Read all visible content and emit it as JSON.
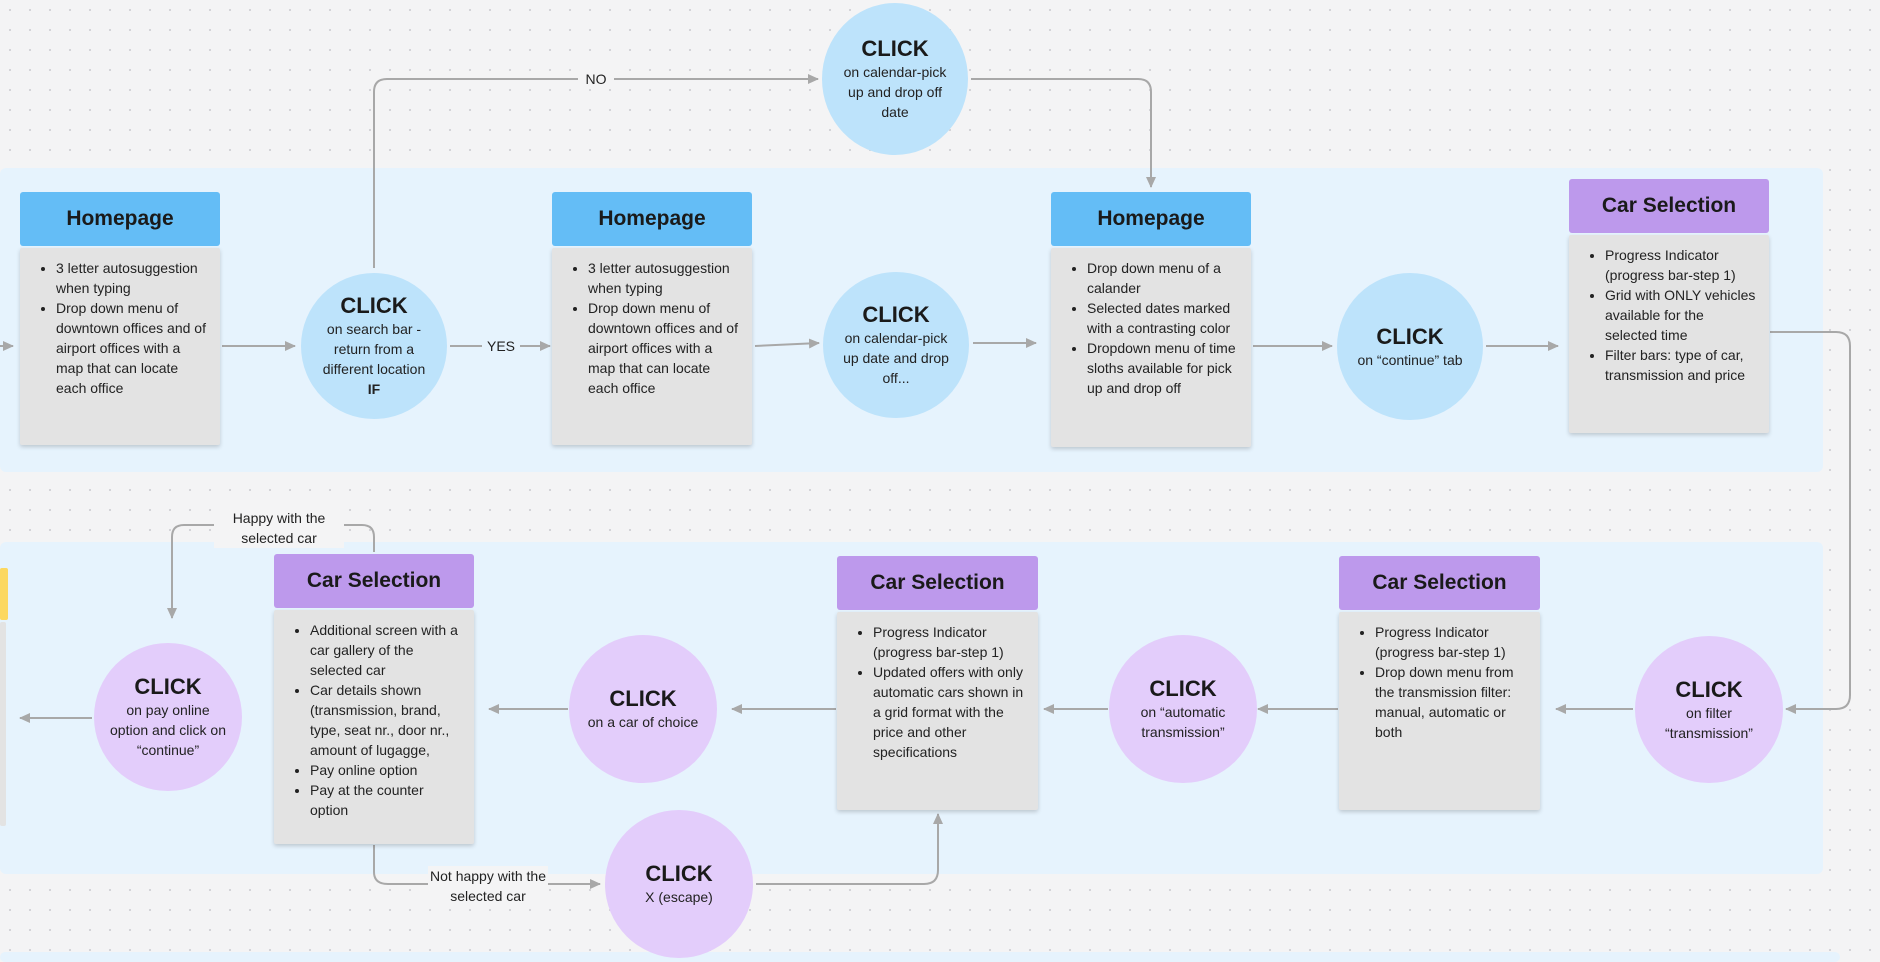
{
  "diagram": {
    "row1": {
      "card1": {
        "title": "Homepage",
        "items": [
          "3 letter autosuggestion when typing",
          "Drop down menu of downtown offices  and of airport offices with a map that can locate each office"
        ]
      },
      "click1": {
        "title": "CLICK",
        "text": "on search bar - return from a different location ",
        "bold": "IF"
      },
      "yes_label": "YES",
      "no_label": "NO",
      "card2": {
        "title": "Homepage",
        "items": [
          "3 letter autosuggestion when typing",
          "Drop down menu of downtown offices and of airport offices with a map that can locate each office"
        ]
      },
      "click2": {
        "title": "CLICK",
        "text": "on calendar-pick up date and drop off..."
      },
      "click_top": {
        "title": "CLICK",
        "text": "on calendar-pick up and drop off date"
      },
      "card3": {
        "title": "Homepage",
        "items": [
          "Drop down menu of a calander",
          "Selected dates marked with a contrasting color",
          "Dropdown menu of time sloths available for pick up and drop off"
        ]
      },
      "click3": {
        "title": "CLICK",
        "text": "on “continue” tab"
      },
      "card4": {
        "title": "Car Selection",
        "items": [
          "Progress Indicator (progress bar-step 1)",
          "Grid with ONLY vehicles available for the selected time",
          "Filter bars: type of car, transmission and price"
        ]
      }
    },
    "row2": {
      "click_filter": {
        "title": "CLICK",
        "text": "on filter “transmission”"
      },
      "card5": {
        "title": "Car Selection",
        "items": [
          "Progress Indicator (progress bar-step 1)",
          "Drop down menu from the transmission filter: manual,  automatic or both"
        ]
      },
      "click_auto": {
        "title": "CLICK",
        "text": "on “automatic transmission”"
      },
      "card6": {
        "title": "Car Selection",
        "items": [
          "Progress Indicator (progress bar-step 1)",
          "Updated offers with only automatic cars shown in a grid format with the price and other specifications"
        ]
      },
      "click_car": {
        "title": "CLICK",
        "text": "on a car of choice"
      },
      "card7": {
        "title": "Car Selection",
        "items": [
          "Additional screen with a car gallery of the selected car",
          "Car details shown (transmission, brand, type, seat nr., door nr., amount of lugagge,",
          "Pay online option",
          "Pay at the counter option"
        ]
      },
      "click_pay": {
        "title": "CLICK",
        "text": "on pay online option and click on “continue”"
      },
      "click_escape": {
        "title": "CLICK",
        "text": "X (escape)"
      },
      "happy_label": "Happy with the selected car",
      "not_happy_label": "Not happy with the selected car"
    },
    "colors": {
      "section_bg": "#e6f3fd",
      "blue_header": "#64bdf6",
      "purple_header": "#bd99ec",
      "blue_circle": "#bde3fb",
      "purple_circle": "#e3cdfb",
      "card_body": "#e3e3e3",
      "connector": "#a8a8a8"
    }
  }
}
